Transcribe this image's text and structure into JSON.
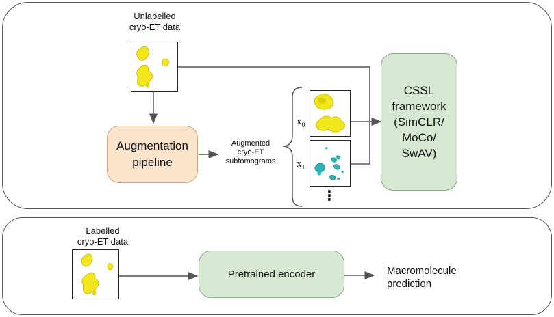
{
  "top_panel": {
    "unlabelled_title_line1": "Unlabelled",
    "unlabelled_title_line2": "cryo-ET data",
    "augmentation_line1": "Augmentation",
    "augmentation_line2": "pipeline",
    "augmented_line1": "Augmented",
    "augmented_line2": "cryo-ET",
    "augmented_line3": "subtomograms",
    "x0_base": "x",
    "x0_sub": "0",
    "x1_base": "x",
    "x1_sub": "1",
    "ellipsis": "⋮",
    "cssl_line1": "CSSL",
    "cssl_line2": "framework",
    "cssl_line3": "(SimCLR/",
    "cssl_line4": "MoCo/",
    "cssl_line5": "SwAV)"
  },
  "bottom_panel": {
    "labelled_title_line1": "Labelled",
    "labelled_title_line2": "cryo-ET data",
    "encoder_label": "Pretrained encoder",
    "prediction_line1": "Macromolecule",
    "prediction_line2": "prediction"
  },
  "colors": {
    "augmentation_fill": "#fbe3cc",
    "green_fill": "#d6e8d1",
    "yellow_blob": "#f2e61c",
    "cyan_blob": "#2fb3b3",
    "arrow": "#555555"
  }
}
